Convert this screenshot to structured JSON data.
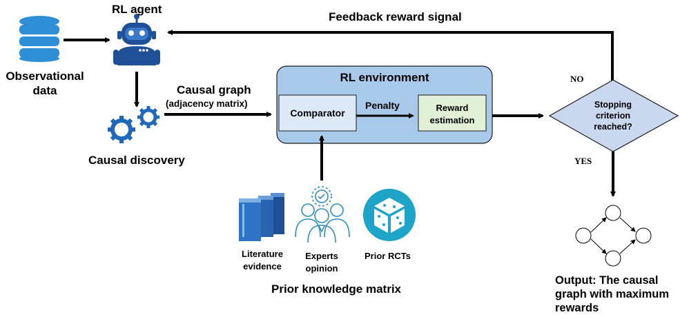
{
  "title": "RL agent",
  "nodes": {
    "observational_data": "Observational data",
    "causal_discovery": "Causal discovery",
    "rl_environment": "RL environment",
    "comparator": "Comparator",
    "reward_estimation": "Reward estimation",
    "stopping_criterion": "Stopping criterion reached?",
    "prior_knowledge_matrix": "Prior knowledge matrix",
    "literature_evidence": "Literature evidence",
    "experts_opinion": "Experts opinion",
    "prior_rcts": "Prior RCTs",
    "output": "Output: The causal graph with maximum rewards"
  },
  "edges": {
    "feedback": "Feedback reward signal",
    "causal_graph": "Causal graph",
    "adjacency_matrix": "(adjacency matrix)",
    "penalty": "Penalty",
    "no": "NO",
    "yes": "YES"
  },
  "colors": {
    "env_fill": "#a9c9ea",
    "comparator_fill": "#dde9f6",
    "reward_fill": "#e1f0d6",
    "diamond_fill": "#c9d8ee",
    "db_blue": "#2e8fd6",
    "robot_blue": "#1f4f96",
    "gear_blue": "#1f69b8",
    "rct_teal": "#1ea3c9"
  }
}
